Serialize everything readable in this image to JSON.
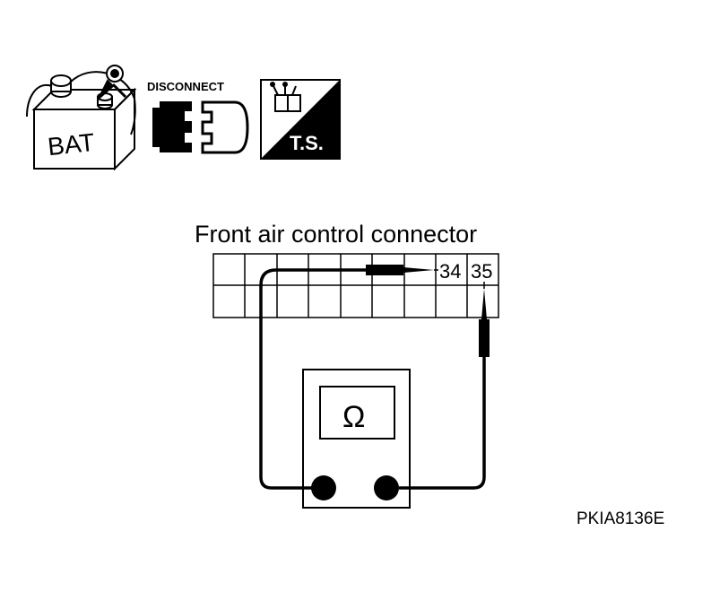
{
  "icons": {
    "battery_label": "BAT",
    "disconnect_label": "DISCONNECT",
    "ts_label": "T.S."
  },
  "connector": {
    "title": "Front air control connector",
    "pin_a": "34",
    "pin_b": "35"
  },
  "meter": {
    "symbol": "Ω"
  },
  "figure_code": "PKIA8136E",
  "colors": {
    "ink": "#000000",
    "background": "#ffffff"
  }
}
